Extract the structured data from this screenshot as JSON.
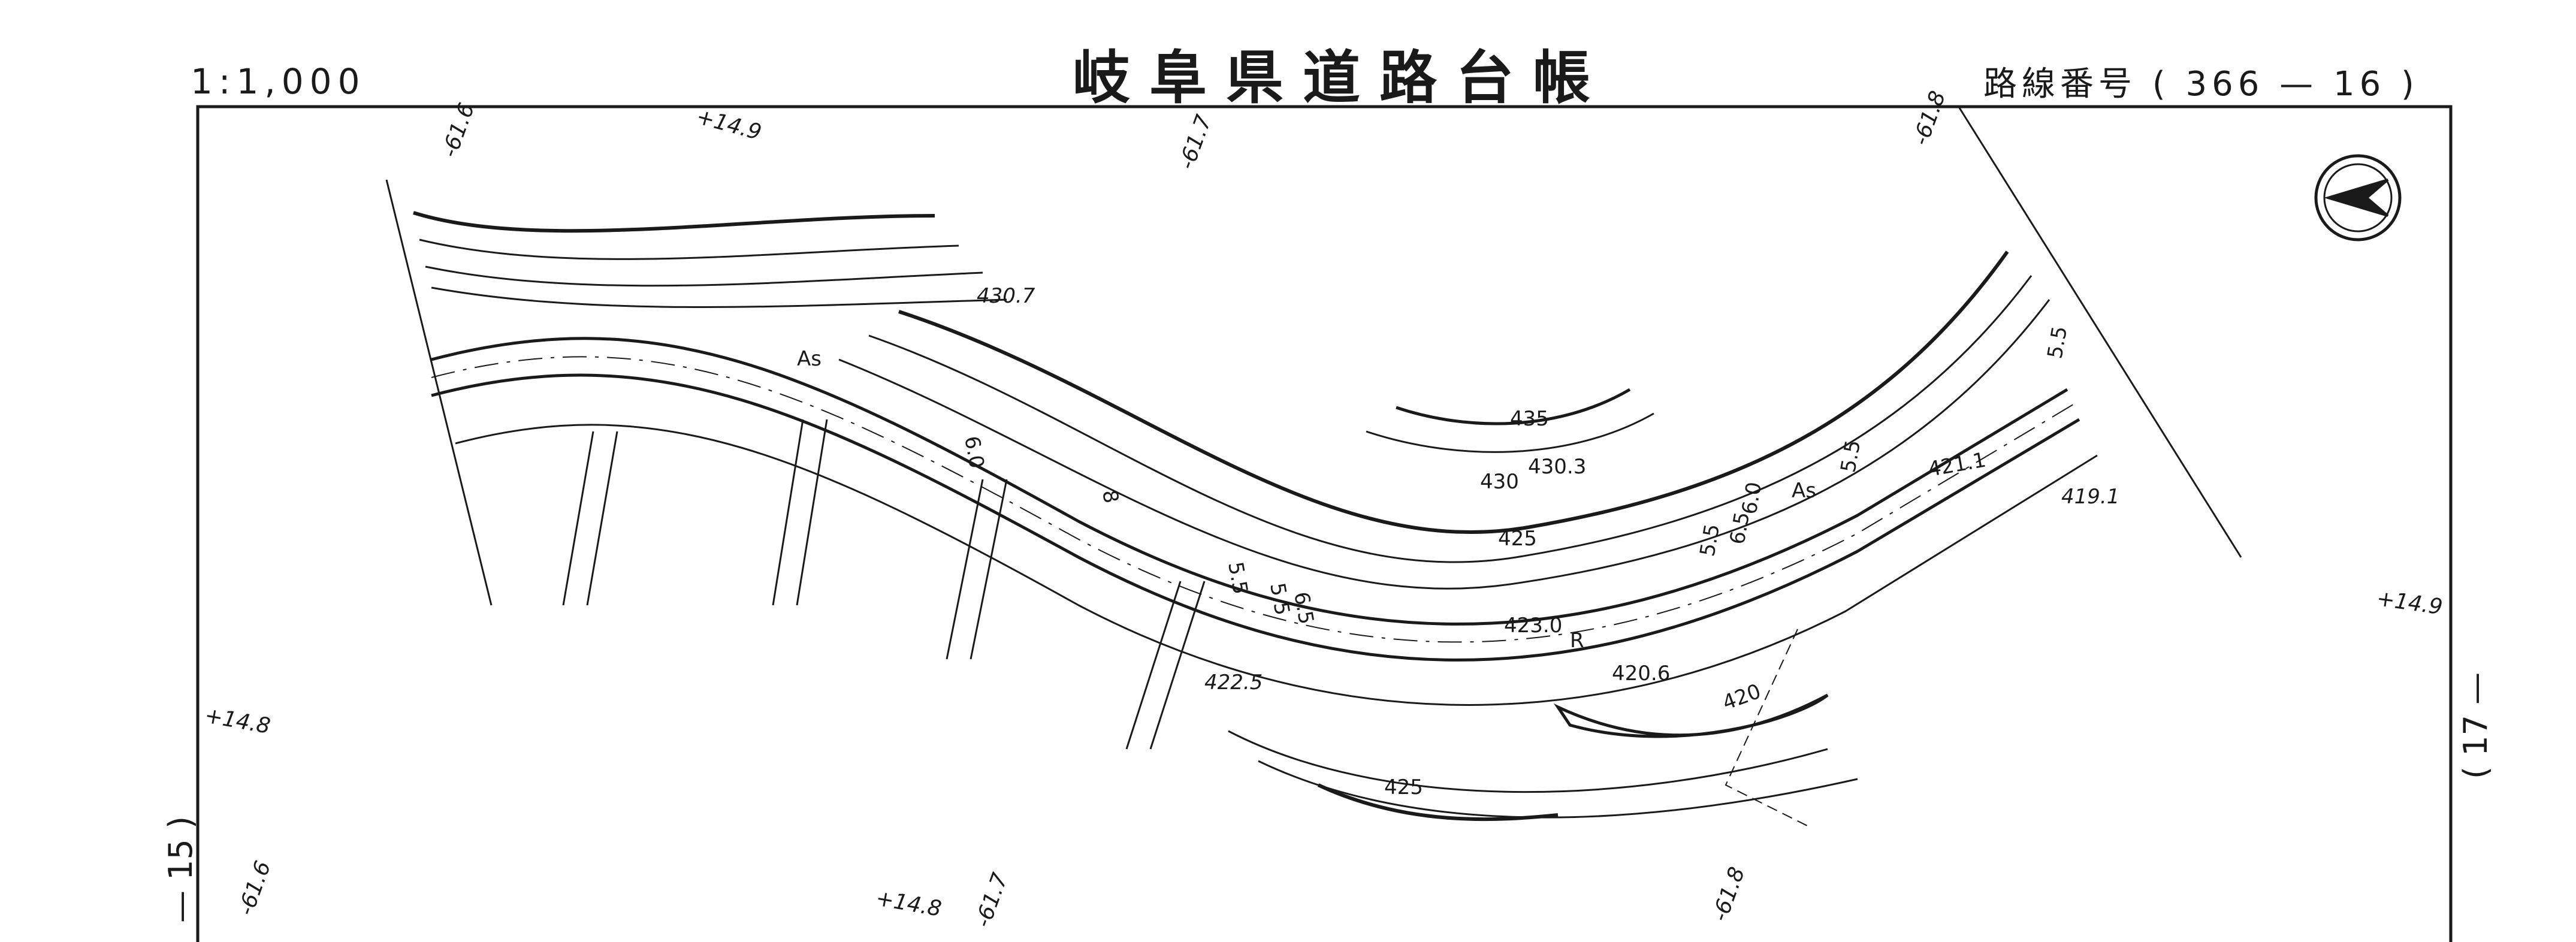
{
  "header": {
    "scale": "1:1,000",
    "title": "岐阜県道路台帳",
    "route_prefix": "路線番号",
    "route_value": "( 366 — 16 )"
  },
  "sheet_refs": {
    "left": "— 15 )",
    "right": "( 17 —"
  },
  "map": {
    "road_surface": "As",
    "widths": [
      "6.0",
      "8",
      "5.5",
      "5.5",
      "6.5",
      "5.5",
      "6.5",
      "6.0",
      "5.5",
      "5.5"
    ],
    "elevations": [
      "430.7",
      "435",
      "430",
      "430.3",
      "425",
      "423.0",
      "421.1",
      "419.1",
      "420.6",
      "420",
      "422.5",
      "425"
    ],
    "grid_labels": [
      "-61.6",
      "+14.9",
      "-61.7",
      "-61.8",
      "+14.9",
      "+14.8",
      "-61.6",
      "+14.8",
      "-61.7",
      "-61.8"
    ],
    "river_mark": "R",
    "north_arrow": "north-arrow-icon"
  },
  "colors": {
    "ink": "#1a1a1a",
    "paper": "#ffffff"
  }
}
